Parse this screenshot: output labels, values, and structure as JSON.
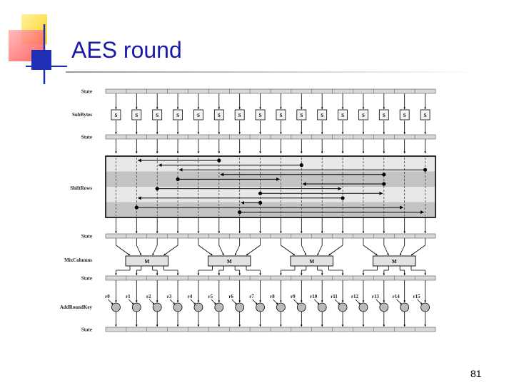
{
  "slide": {
    "title": "AES round",
    "page_number": "81"
  },
  "diagram": {
    "row_labels": {
      "state": "State",
      "subbytes": "SubBytes",
      "shiftrows": "ShiftRows",
      "mixcolumns": "MixColumns",
      "addroundkey": "AddRoundKey"
    },
    "sbox_label": "S",
    "mix_label": "M",
    "round_keys": [
      "r0",
      "r1",
      "r2",
      "r3",
      "r4",
      "r5",
      "r6",
      "r7",
      "r8",
      "r9",
      "r10",
      "r11",
      "r12",
      "r13",
      "r14",
      "r15"
    ],
    "shift_arrows": [
      {
        "row": 1,
        "from": 5,
        "to": 1
      },
      {
        "row": 1,
        "from": 9,
        "to": 2
      },
      {
        "row": 1,
        "from": 15,
        "to": 3
      },
      {
        "row": 1,
        "from": 13,
        "to": 5
      },
      {
        "row": 2,
        "from": 3,
        "to": 8
      },
      {
        "row": 2,
        "from": 13,
        "to": 9
      },
      {
        "row": 2,
        "from": 2,
        "to": 11
      },
      {
        "row": 2,
        "from": 7,
        "to": 13
      },
      {
        "row": 3,
        "from": 11,
        "to": 1
      },
      {
        "row": 3,
        "from": 7,
        "to": 6
      },
      {
        "row": 3,
        "from": 1,
        "to": 14
      },
      {
        "row": 3,
        "from": 6,
        "to": 15
      }
    ],
    "colors": {
      "title": "#1a1aa8",
      "band_shaded": "#c4c4c4",
      "band_light": "#e8e8e8",
      "bar_fill": "#d8d8d8",
      "deco_yellow": "#ffd21f",
      "deco_red": "#ff5a5a",
      "deco_blue": "#1f2fb5"
    }
  }
}
